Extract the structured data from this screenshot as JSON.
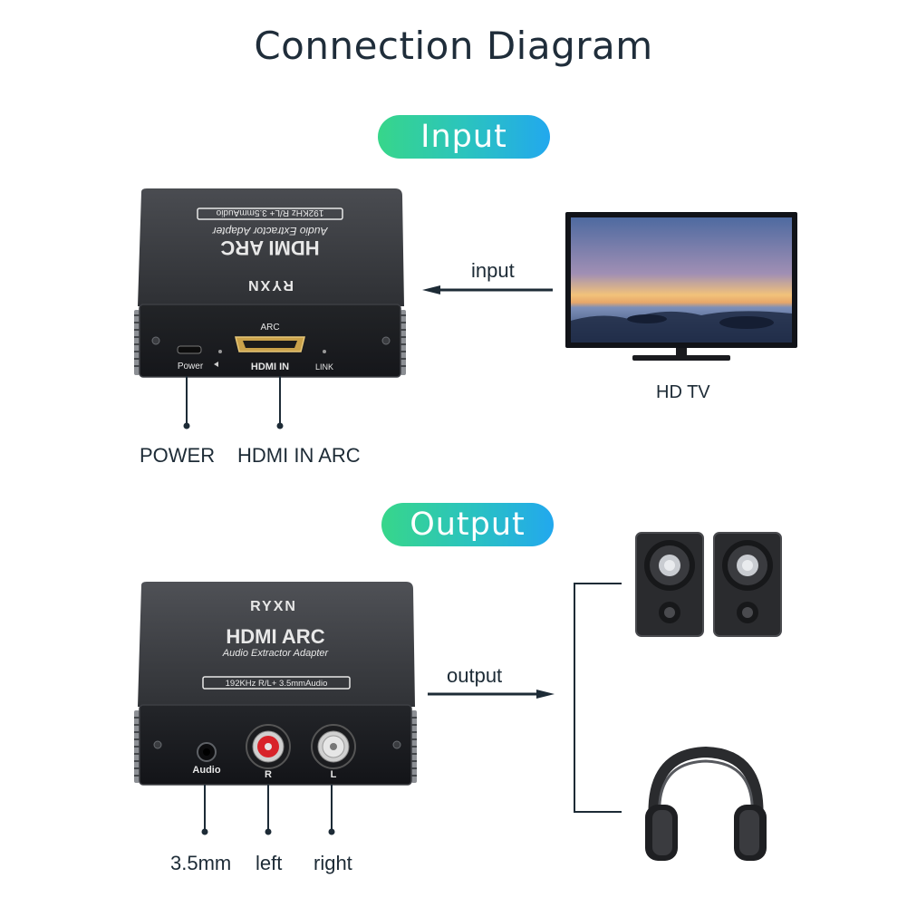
{
  "title": "Connection Diagram",
  "input_section": {
    "badge": "Input",
    "flow_label": "input",
    "source_label": "HD TV",
    "device": {
      "top_brand": "RYXN",
      "top_title": "HDMI ARC",
      "top_subtitle": "Audio Extractor Adapter",
      "top_spec": "192KHz R/L+ 3.5mmAudio",
      "port_arc": "ARC",
      "port_power": "Power",
      "port_hdmi_in": "HDMI IN",
      "port_link": "LINK"
    },
    "callouts": [
      "POWER",
      "HDMI IN ARC"
    ]
  },
  "output_section": {
    "badge": "Output",
    "flow_label": "output",
    "device": {
      "top_brand": "RYXN",
      "top_title": "HDMI ARC",
      "top_subtitle": "Audio Extractor Adapter",
      "top_spec": "192KHz R/L+ 3.5mmAudio",
      "port_audio": "Audio",
      "port_r": "R",
      "port_l": "L"
    },
    "callouts": [
      "3.5mm",
      "left",
      "right"
    ]
  },
  "colors": {
    "pill_start": "#37d68a",
    "pill_mid": "#2bc4bd",
    "pill_end": "#22a8ee",
    "device_body": "#2b2d31",
    "rca_red": "#d8232a",
    "rca_white": "#e6e6e6",
    "hdmi_gold": "#c9a14a"
  }
}
